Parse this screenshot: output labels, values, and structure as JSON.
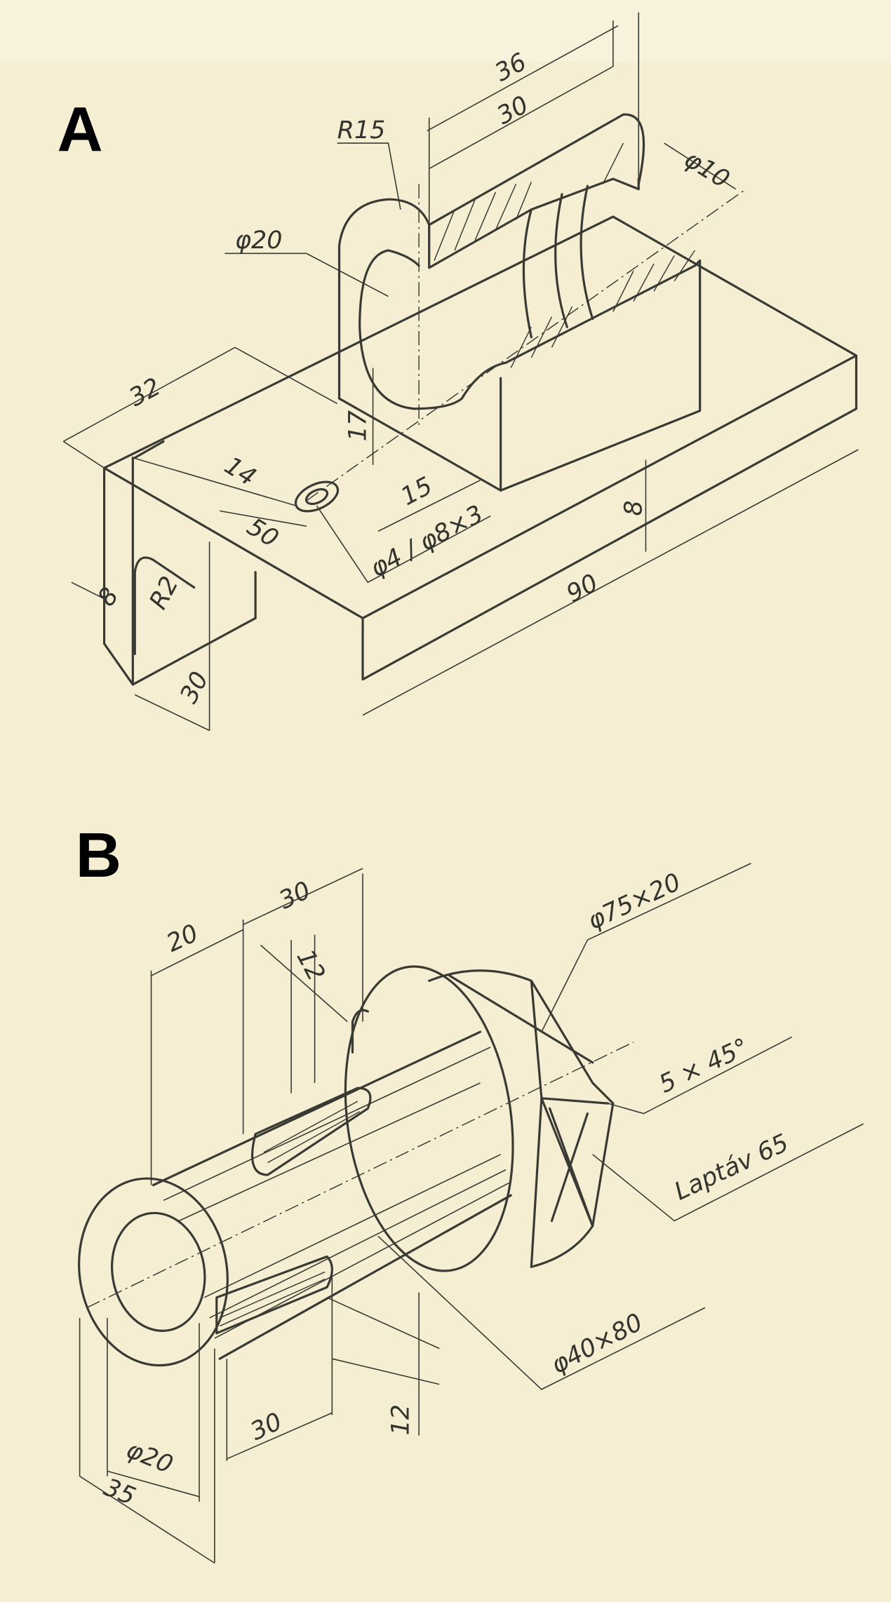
{
  "panel_a": {
    "label": "A",
    "dims": {
      "d36": "36",
      "d30": "30",
      "r15": "R15",
      "phi10": "φ10",
      "phi20": "φ20",
      "d32": "32",
      "d17": "17",
      "d14": "14",
      "d15": "15",
      "d50": "50",
      "hole": "φ4 / φ8×3",
      "d8_right": "8",
      "d90": "90",
      "d8_left": "8",
      "r2": "R2",
      "d30_left": "30"
    }
  },
  "panel_b": {
    "label": "B",
    "dims": {
      "d30_top": "30",
      "d20": "20",
      "d12_top": "12",
      "flange": "φ75×20",
      "chamfer": "5 × 45°",
      "flat": "Laptáv 65",
      "shaft": "φ40×80",
      "d12_right": "12",
      "d30_bottom": "30",
      "phi20": "φ20",
      "d35": "35"
    }
  },
  "colors": {
    "paper": "#f6eed2",
    "ink": "#3a3a34"
  }
}
